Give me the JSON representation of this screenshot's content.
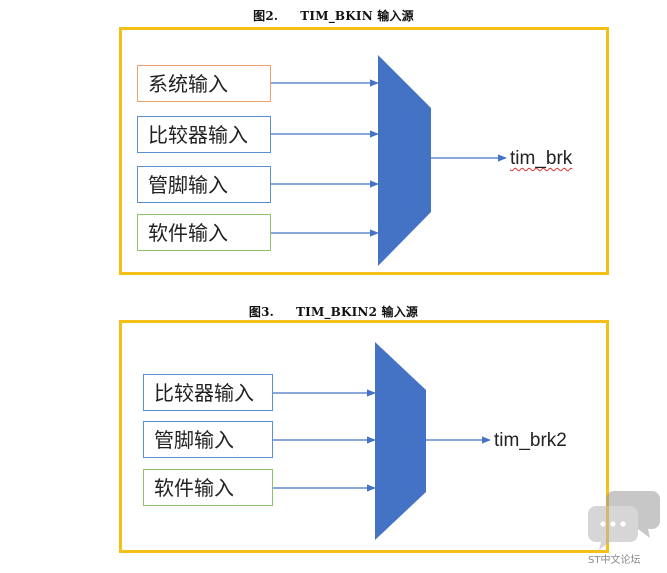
{
  "figure2": {
    "caption_num": "图2.",
    "caption_text": "TIM_BKIN 输入源",
    "inputs": [
      {
        "label": "系统输入",
        "color": "#f0a070"
      },
      {
        "label": "比较器输入",
        "color": "#5b8fd0"
      },
      {
        "label": "管脚输入",
        "color": "#5b8fd0"
      },
      {
        "label": "软件输入",
        "color": "#8cc46e"
      }
    ],
    "output": "tim_brk"
  },
  "figure3": {
    "caption_num": "图3.",
    "caption_text": "TIM_BKIN2 输入源",
    "inputs": [
      {
        "label": "比较器输入",
        "color": "#5b8fd0"
      },
      {
        "label": "管脚输入",
        "color": "#5b8fd0"
      },
      {
        "label": "软件输入",
        "color": "#8cc46e"
      }
    ],
    "output": "tim_brk2"
  },
  "watermark": {
    "text": "ST中文论坛",
    "icon": "chat-bubbles-icon"
  },
  "colors": {
    "frame": "#f4c018",
    "mux": "#4472c4",
    "arrow": "#4472c4"
  }
}
